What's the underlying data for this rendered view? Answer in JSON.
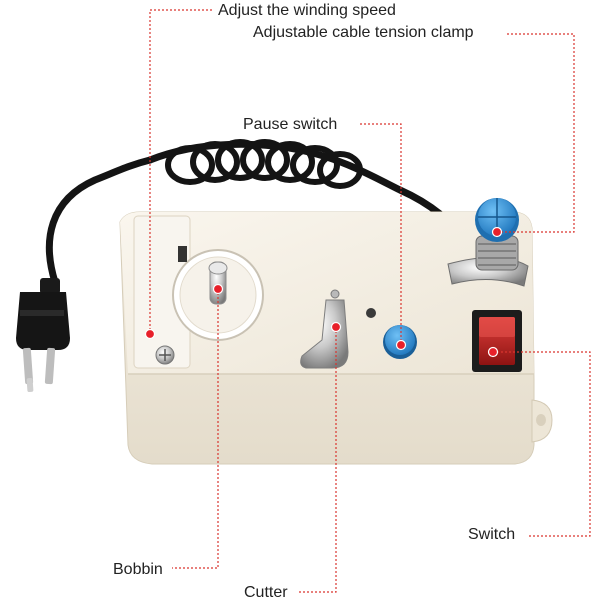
{
  "labels": {
    "speed": "Adjust the winding speed",
    "tension": "Adjustable cable tension clamp",
    "pause": "Pause switch",
    "switch": "Switch",
    "bobbin": "Bobbin",
    "cutter": "Cutter"
  },
  "colors": {
    "leader_line": "#d9352f",
    "marker_dot": "#e8202a",
    "device_body": "#f2ece0",
    "cable": "#141414",
    "pause_button": "#2e8fd6",
    "tension_knob": "#2f86c9",
    "rocker_switch": "#c3201f"
  }
}
